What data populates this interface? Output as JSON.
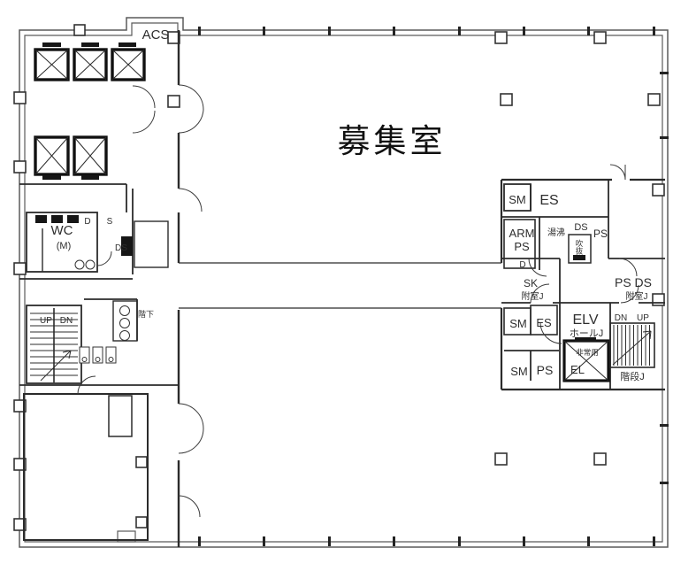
{
  "title": "フロアプラン 図面",
  "colors": {
    "wall": "#2b2b2b",
    "background": "#ffffff",
    "text": "#2e2e2e"
  },
  "plan": {
    "main_room": "募集室",
    "acs": "ACS",
    "left_core": {
      "wc": "WC",
      "wc_gender": "(M)",
      "d": "D",
      "s": "S",
      "ds": "DS",
      "stairs_up": "UP",
      "stairs_dn": "DN",
      "below_floor": "階下"
    },
    "right_core": {
      "sm_top": "SM",
      "es_top": "ES",
      "arm": "ARM",
      "ps_left": "PS",
      "d": "D",
      "kitchenette": "湯沸",
      "ds_top": "DS",
      "ps_mid": "PS",
      "void_shaft": "吹抜",
      "sk": "SK",
      "vestibule_left": "附室J",
      "ps_ds": "PS DS",
      "vestibule_right": "附室J",
      "sm_mid": "SM",
      "es_mid": "ES",
      "elv": "ELV",
      "elv_hall": "ホールJ",
      "dn": "DN",
      "up": "UP",
      "emergency": "非常用",
      "el": "EL",
      "sm_bottom": "SM",
      "ps_bottom": "PS",
      "stair_name": "階段J"
    }
  }
}
